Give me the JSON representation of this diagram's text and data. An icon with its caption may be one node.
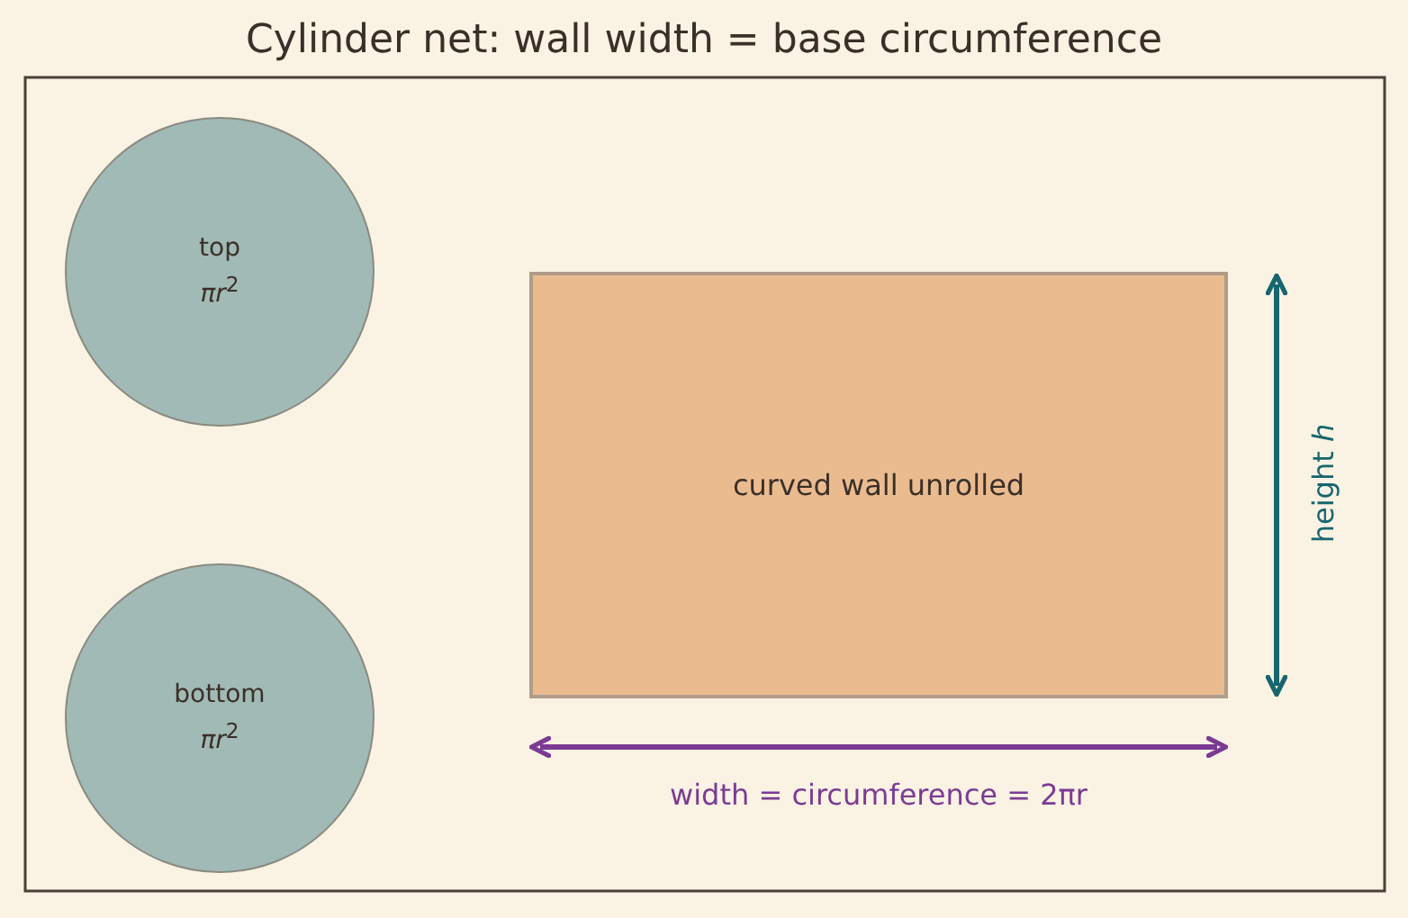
{
  "diagram": {
    "title": "Cylinder net: wall width = base circumference",
    "nodes": [
      {
        "text": [
          "top",
          "*πr*$^{2}$"
        ]
      },
      {
        "text": [
          "bottom",
          "*πr*$^{2}$"
        ]
      },
      {
        "text": [
          "curved wall unrolled"
        ]
      }
    ],
    "labels": [
      "width = circumference = 2πr",
      "height *h*"
    ]
  }
}
